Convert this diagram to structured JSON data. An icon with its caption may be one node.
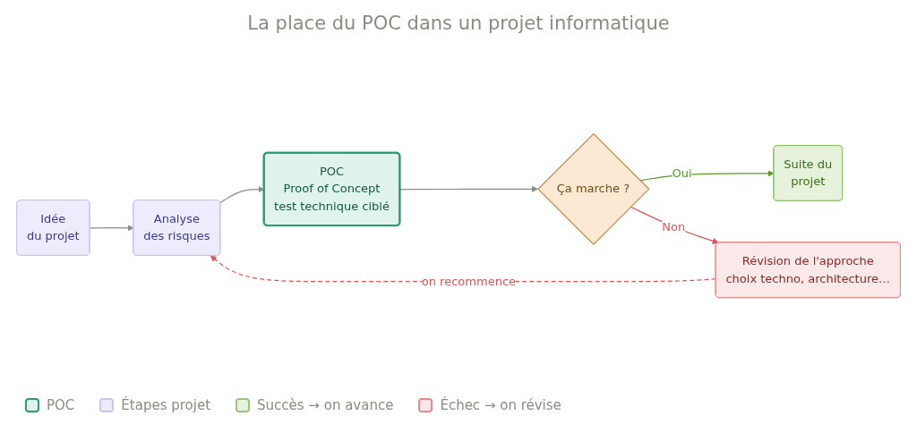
{
  "diagram": {
    "title": "La place du POC dans un projet informatique",
    "nodes": [
      {
        "text": [
          "Idée",
          "du projet"
        ]
      },
      {
        "text": [
          "Analyse",
          "des risques"
        ]
      },
      {
        "text": [
          "POC",
          "Proof of Concept",
          "test technique ciblé"
        ]
      },
      {
        "text": [
          "Ça marche ?"
        ]
      },
      {
        "text": [
          "Suite du",
          "projet"
        ]
      },
      {
        "text": [
          "Révision de l'approche",
          "choix techno, architecture…"
        ]
      }
    ],
    "edges": [
      {
        "from": 0,
        "to": 1,
        "arrow": "to"
      },
      {
        "from": 1,
        "to": 2,
        "arrow": "to"
      },
      {
        "from": 2,
        "to": 3,
        "arrow": "to"
      },
      {
        "from": 3,
        "to": 4,
        "arrow": "to",
        "label": "Oui",
        "color": "#5a9a28"
      },
      {
        "from": 3,
        "to": 5,
        "arrow": "to",
        "label": "Non",
        "color": "#e05252"
      },
      {
        "from": 5,
        "to": 1,
        "arrow": "to",
        "label": "on recommence",
        "style": "dashed",
        "color": "#e05252"
      }
    ],
    "legend": [
      {
        "text": "POC",
        "color": "#e0f3ec"
      },
      {
        "text": "Étapes projet",
        "color": "#ececfc"
      },
      {
        "text": "Succès → on avance",
        "color": "#e6f2dc"
      },
      {
        "text": "Échec → on révise",
        "color": "#fbe8e8"
      }
    ]
  }
}
